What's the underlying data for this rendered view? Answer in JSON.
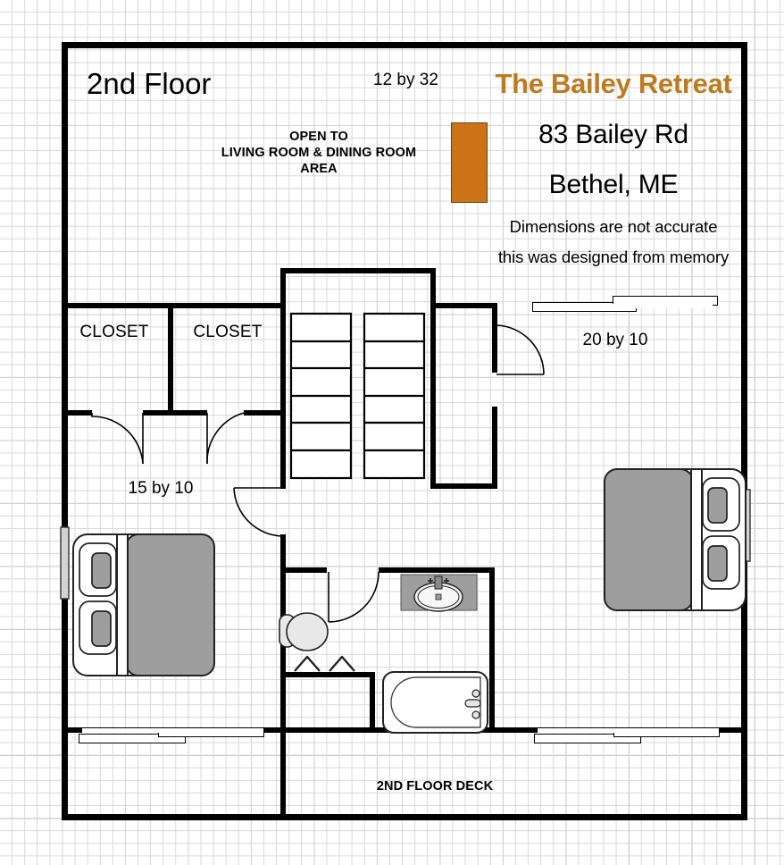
{
  "plan": {
    "floor_title": "2nd Floor",
    "top_dimension": "12 by 32",
    "open_to_label_line1": "OPEN TO",
    "open_to_label_line2": "LIVING ROOM & DINING ROOM",
    "open_to_label_line3": "AREA",
    "brand_title": "The Bailey Retreat",
    "address_line1": "83 Bailey Rd",
    "address_line2": "Bethel, ME",
    "note_line1": "Dimensions are not accurate",
    "note_line2": "this was designed from memory",
    "closet_left_label": "CLOSET",
    "closet_right_label": "CLOSET",
    "bedroom_left_dimension": "15 by 10",
    "bedroom_right_dimension": "20 by 10",
    "deck_label": "2ND FLOOR DECK",
    "colors": {
      "brand": "#c07a1e",
      "accent_block": "#cc7318",
      "wall": "#000000",
      "furniture_fill": "#9e9e9e",
      "grid_minor": "#d8d8d8",
      "grid_major": "#bdbdbd"
    },
    "icons": {
      "stairs": "stairs-icon",
      "bed_left": "bed-icon",
      "bed_right": "bed-icon",
      "toilet": "toilet-icon",
      "sink": "sink-vanity-icon",
      "bathtub": "bathtub-icon",
      "hangers": "clothes-hanger-icon",
      "sliding_door": "sliding-glass-door-icon",
      "swing_door": "swing-door-icon"
    },
    "stairs": {
      "runs": 2,
      "steps_per_run": 6
    }
  }
}
